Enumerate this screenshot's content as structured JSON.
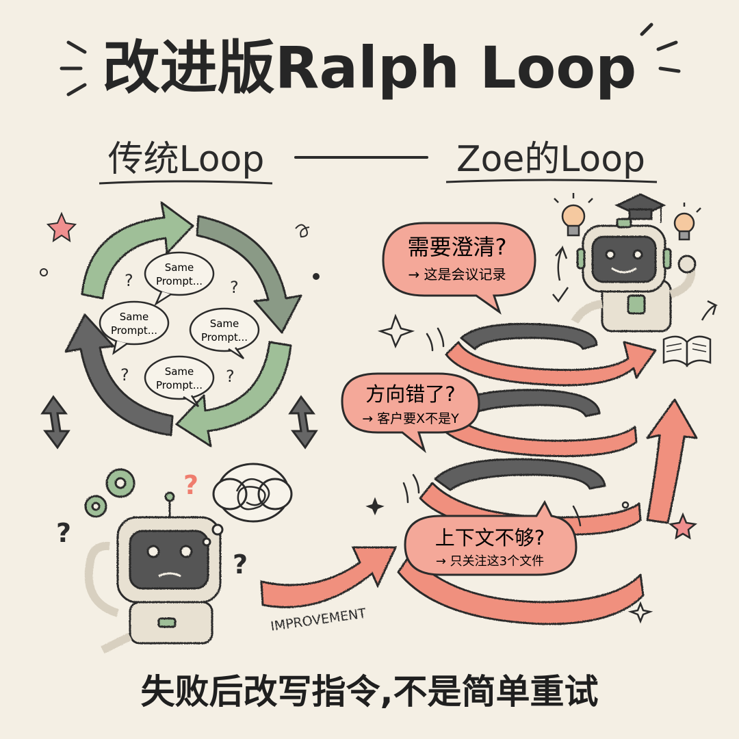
{
  "title": "改进版Ralph Loop",
  "left_heading": "传统Loop",
  "right_heading": "Zoe的Loop",
  "traditional_loop": {
    "bubbles": [
      {
        "line1": "Same",
        "line2": "Prompt..."
      },
      {
        "line1": "Same",
        "line2": "Prompt..."
      },
      {
        "line1": "Same",
        "line2": "Prompt..."
      },
      {
        "line1": "Same",
        "line2": "Prompt..."
      }
    ],
    "question_mark": "?"
  },
  "zoe_loop": {
    "bubbles": [
      {
        "question": "需要澄清?",
        "answer": "→ 这是会议记录"
      },
      {
        "question": "方向错了?",
        "answer": "→ 客户要X不是Y"
      },
      {
        "question": "上下文不够?",
        "answer": "→ 只关注这3个文件"
      }
    ]
  },
  "improvement_label": "IMPROVEMENT",
  "footer": "失败后改写指令,不是简单重试",
  "colors": {
    "background": "#f4efe4",
    "green": "#9fbf98",
    "gray": "#5e5e5e",
    "coral": "#f0907e",
    "ink": "#2b2b2b",
    "pink_star": "#ef8f8f"
  }
}
